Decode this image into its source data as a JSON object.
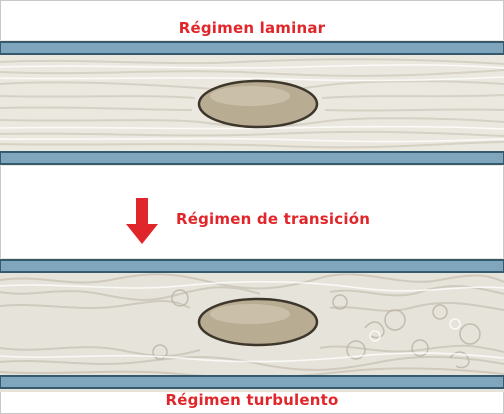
{
  "diagram": {
    "top_label": "Régimen laminar",
    "middle_label": "Régimen de transición",
    "bottom_label": "Régimen turbulento",
    "colors": {
      "label": "#e0262a",
      "pipe_wall": "#7fa6bd",
      "pipe_wall_edge": "#355a6e",
      "fluid": "#ebe8df",
      "obstacle": "#b8ac93"
    }
  }
}
